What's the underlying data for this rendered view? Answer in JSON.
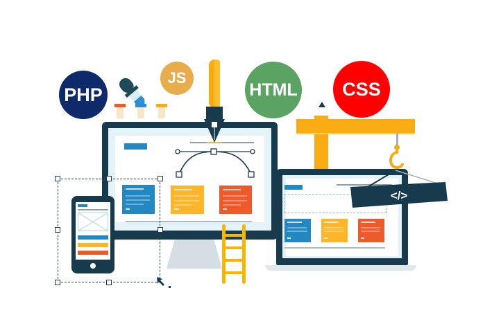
{
  "illustration": {
    "title": "Web development illustration",
    "badges": [
      {
        "id": "php",
        "label": "PHP",
        "color": "#0f2a6b"
      },
      {
        "id": "js",
        "label": "JS",
        "color": "#e8ad4a"
      },
      {
        "id": "html",
        "label": "HTML",
        "color": "#5aa363"
      },
      {
        "id": "css",
        "label": "CSS",
        "color": "#ff0000"
      }
    ],
    "code_sign": {
      "label": "</>",
      "color": "#173a4d"
    },
    "colors": {
      "frame": "#173a4d",
      "screen_bg": "#e3f3f8",
      "blue": "#2388c2",
      "yellow": "#fdb52a",
      "orange": "#ef5a2a",
      "gold": "#f8ab12",
      "stand": "#d5dfe3"
    }
  }
}
